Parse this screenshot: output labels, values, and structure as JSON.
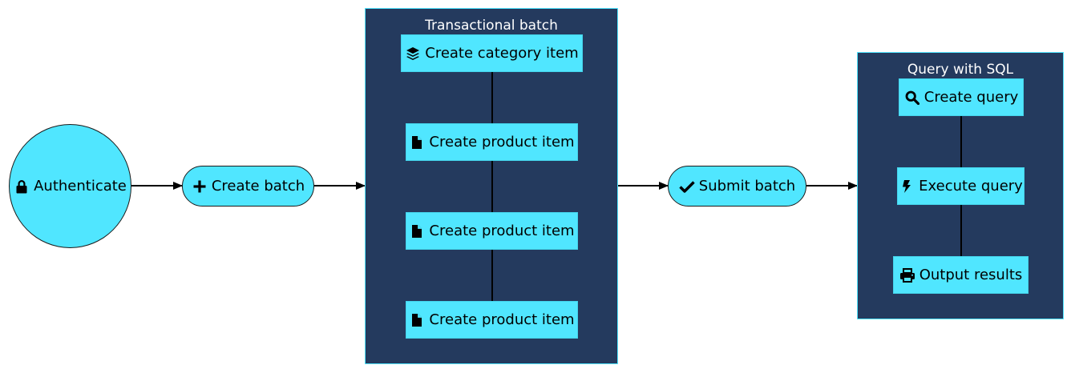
{
  "nodes": {
    "authenticate": {
      "label": "Authenticate",
      "icon": "lock-icon"
    },
    "create_batch": {
      "label": "Create batch",
      "icon": "plus-icon"
    },
    "submit_batch": {
      "label": "Submit batch",
      "icon": "checkmark-icon"
    }
  },
  "transactional_batch": {
    "title": "Transactional batch",
    "items": [
      {
        "label": "Create category item",
        "icon": "layers-icon"
      },
      {
        "label": "Create product item",
        "icon": "file-icon"
      },
      {
        "label": "Create product item",
        "icon": "file-icon"
      },
      {
        "label": "Create product item",
        "icon": "file-icon"
      }
    ]
  },
  "query_with_sql": {
    "title": "Query with SQL",
    "items": [
      {
        "label": "Create query",
        "icon": "search-icon"
      },
      {
        "label": "Execute query",
        "icon": "lightning-bolt-icon"
      },
      {
        "label": "Output results",
        "icon": "printer-icon"
      }
    ]
  },
  "colors": {
    "node_fill": "#50e6ff",
    "group_fill": "#243a5e",
    "group_border": "#50e6ff",
    "edge": "#000000",
    "group_title": "#ffffff"
  }
}
